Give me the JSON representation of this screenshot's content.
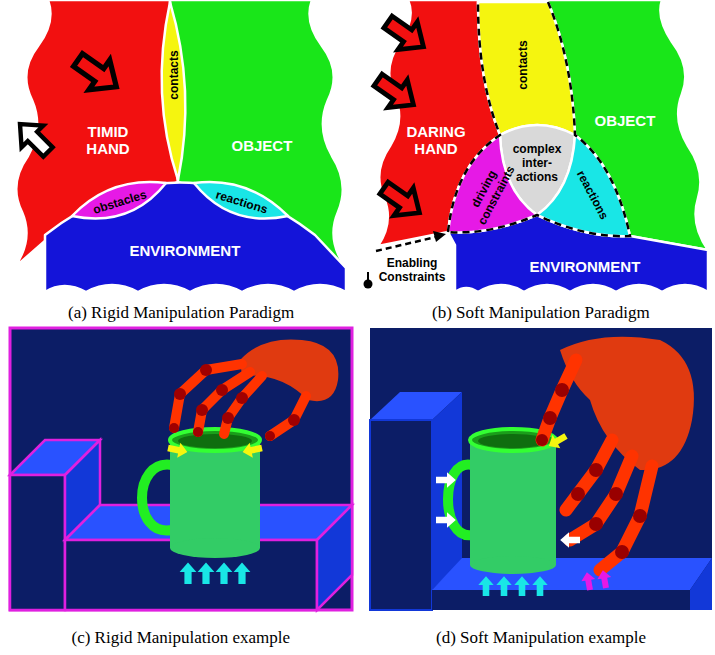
{
  "diagram": {
    "nodes": [
      {
        "text": [
          "TIMID HAND"
        ]
      },
      {
        "text": [
          "OBJECT"
        ]
      },
      {
        "text": [
          "ENVIRONMENT"
        ]
      },
      {
        "text": [
          "contacts"
        ]
      },
      {
        "text": [
          "obstacles"
        ]
      },
      {
        "text": [
          "reactions"
        ]
      },
      {
        "text": [
          "DARING HAND"
        ]
      },
      {
        "text": [
          "OBJECT"
        ]
      },
      {
        "text": [
          "ENVIRONMENT"
        ]
      },
      {
        "text": [
          "contacts"
        ]
      },
      {
        "text": [
          "complex inter- actions"
        ]
      },
      {
        "text": [
          "driving constraints"
        ]
      },
      {
        "text": [
          "reactions"
        ]
      }
    ],
    "labels": [
      "Enabling Constraints",
      "(a) Rigid Manipulation Paradigm",
      "(b) Soft Manipulation Paradigm",
      "(c) Rigid Manipulation example",
      "(d) Soft Manipulation example"
    ]
  }
}
